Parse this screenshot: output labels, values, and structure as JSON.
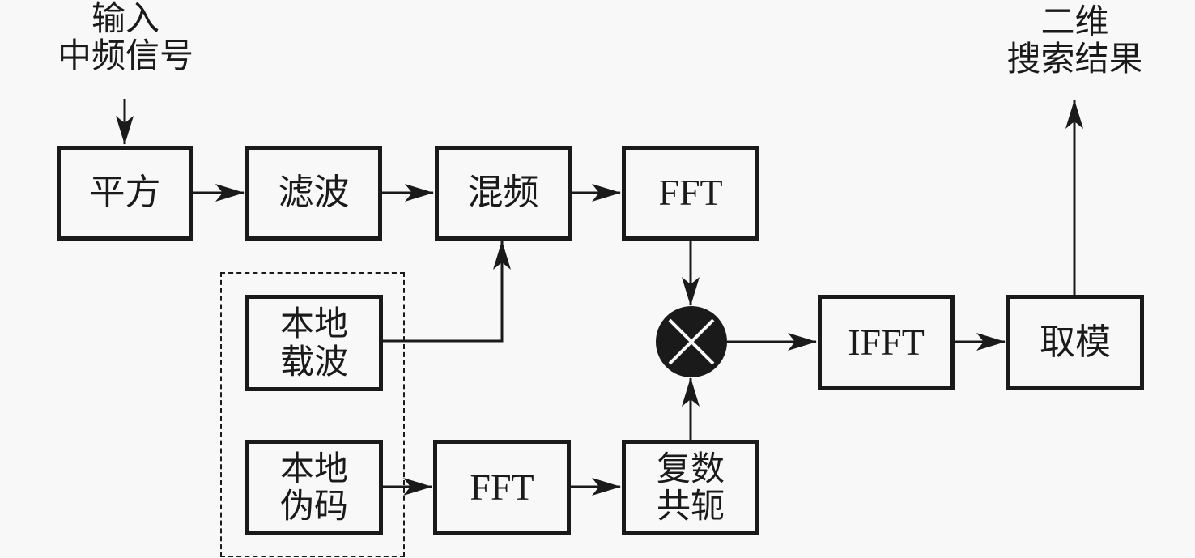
{
  "title": "信号捕获流程框图",
  "input_label": "输入\n中频信号",
  "output_label": "二维\n搜索结果",
  "blocks": {
    "square": "平方",
    "filter": "滤波",
    "mixer": "混频",
    "fft_top": "FFT",
    "local_carrier": "本地\n载波",
    "local_code": "本地\n伪码",
    "fft_bottom": "FFT",
    "conjugate": "复数\n共轭",
    "ifft": "IFFT",
    "modulus": "取模"
  },
  "multiplier_symbol": "multiply-icon",
  "colors": {
    "line": "#1a1a1a",
    "background": "#f8f8f8"
  }
}
